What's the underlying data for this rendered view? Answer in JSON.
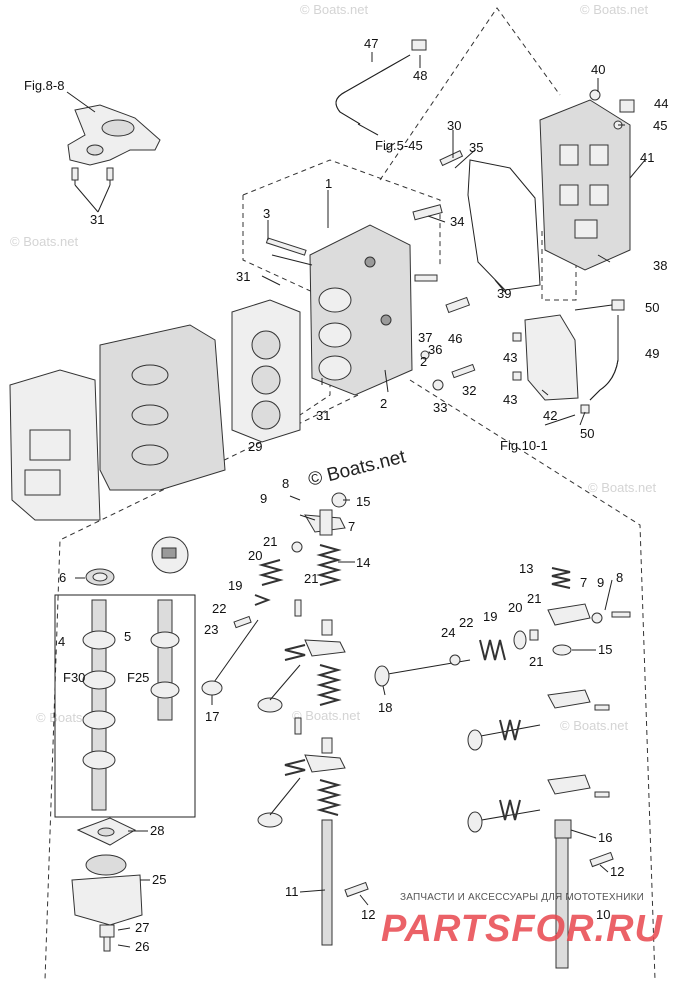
{
  "figure_refs": {
    "fig_8_8": "Fig.8-8",
    "fig_5_45": "Fig.5-45",
    "fig_10_1": "Fig.10-1"
  },
  "watermark": {
    "text": "© Boats.net",
    "prominent": "Boats.net"
  },
  "shop_banner": {
    "tagline": "ЗАПЧАСТИ И АКСЕССУАРЫ ДЛЯ МОТОТЕХНИКИ",
    "logo": "PARTSFOR.RU"
  },
  "callouts": {
    "p1": "1",
    "p2": "2",
    "p3": "3",
    "p4": "4",
    "p5": "5",
    "p6": "6",
    "p7a": "7",
    "p7b": "7",
    "p8a": "8",
    "p8b": "8",
    "p9a": "9",
    "p9b": "9",
    "p10": "10",
    "p11": "11",
    "p12a": "12",
    "p12b": "12",
    "p13": "13",
    "p14": "14",
    "p15a": "15",
    "p15b": "15",
    "p16": "16",
    "p17": "17",
    "p18": "18",
    "p19a": "19",
    "p19b": "19",
    "p20a": "20",
    "p20b": "20",
    "p21a": "21",
    "p21b": "21",
    "p21c": "21",
    "p21d": "21",
    "p22a": "22",
    "p22b": "22",
    "p23": "23",
    "p24": "24",
    "p25": "25",
    "p26": "26",
    "p27": "27",
    "p28": "28",
    "p29": "29",
    "p30": "30",
    "p31a": "31",
    "p31b": "31",
    "p31c": "31",
    "p32": "32",
    "p33": "33",
    "p34": "34",
    "p35": "35",
    "p36": "36",
    "p37": "37",
    "p38": "38",
    "p39": "39",
    "p40": "40",
    "p41": "41",
    "p42": "42",
    "p43a": "43",
    "p43b": "43",
    "p44": "44",
    "p45": "45",
    "p46": "46",
    "p47": "47",
    "p48": "48",
    "p49": "49",
    "p50a": "50",
    "p50b": "50",
    "f30": "F30",
    "f25": "F25"
  }
}
